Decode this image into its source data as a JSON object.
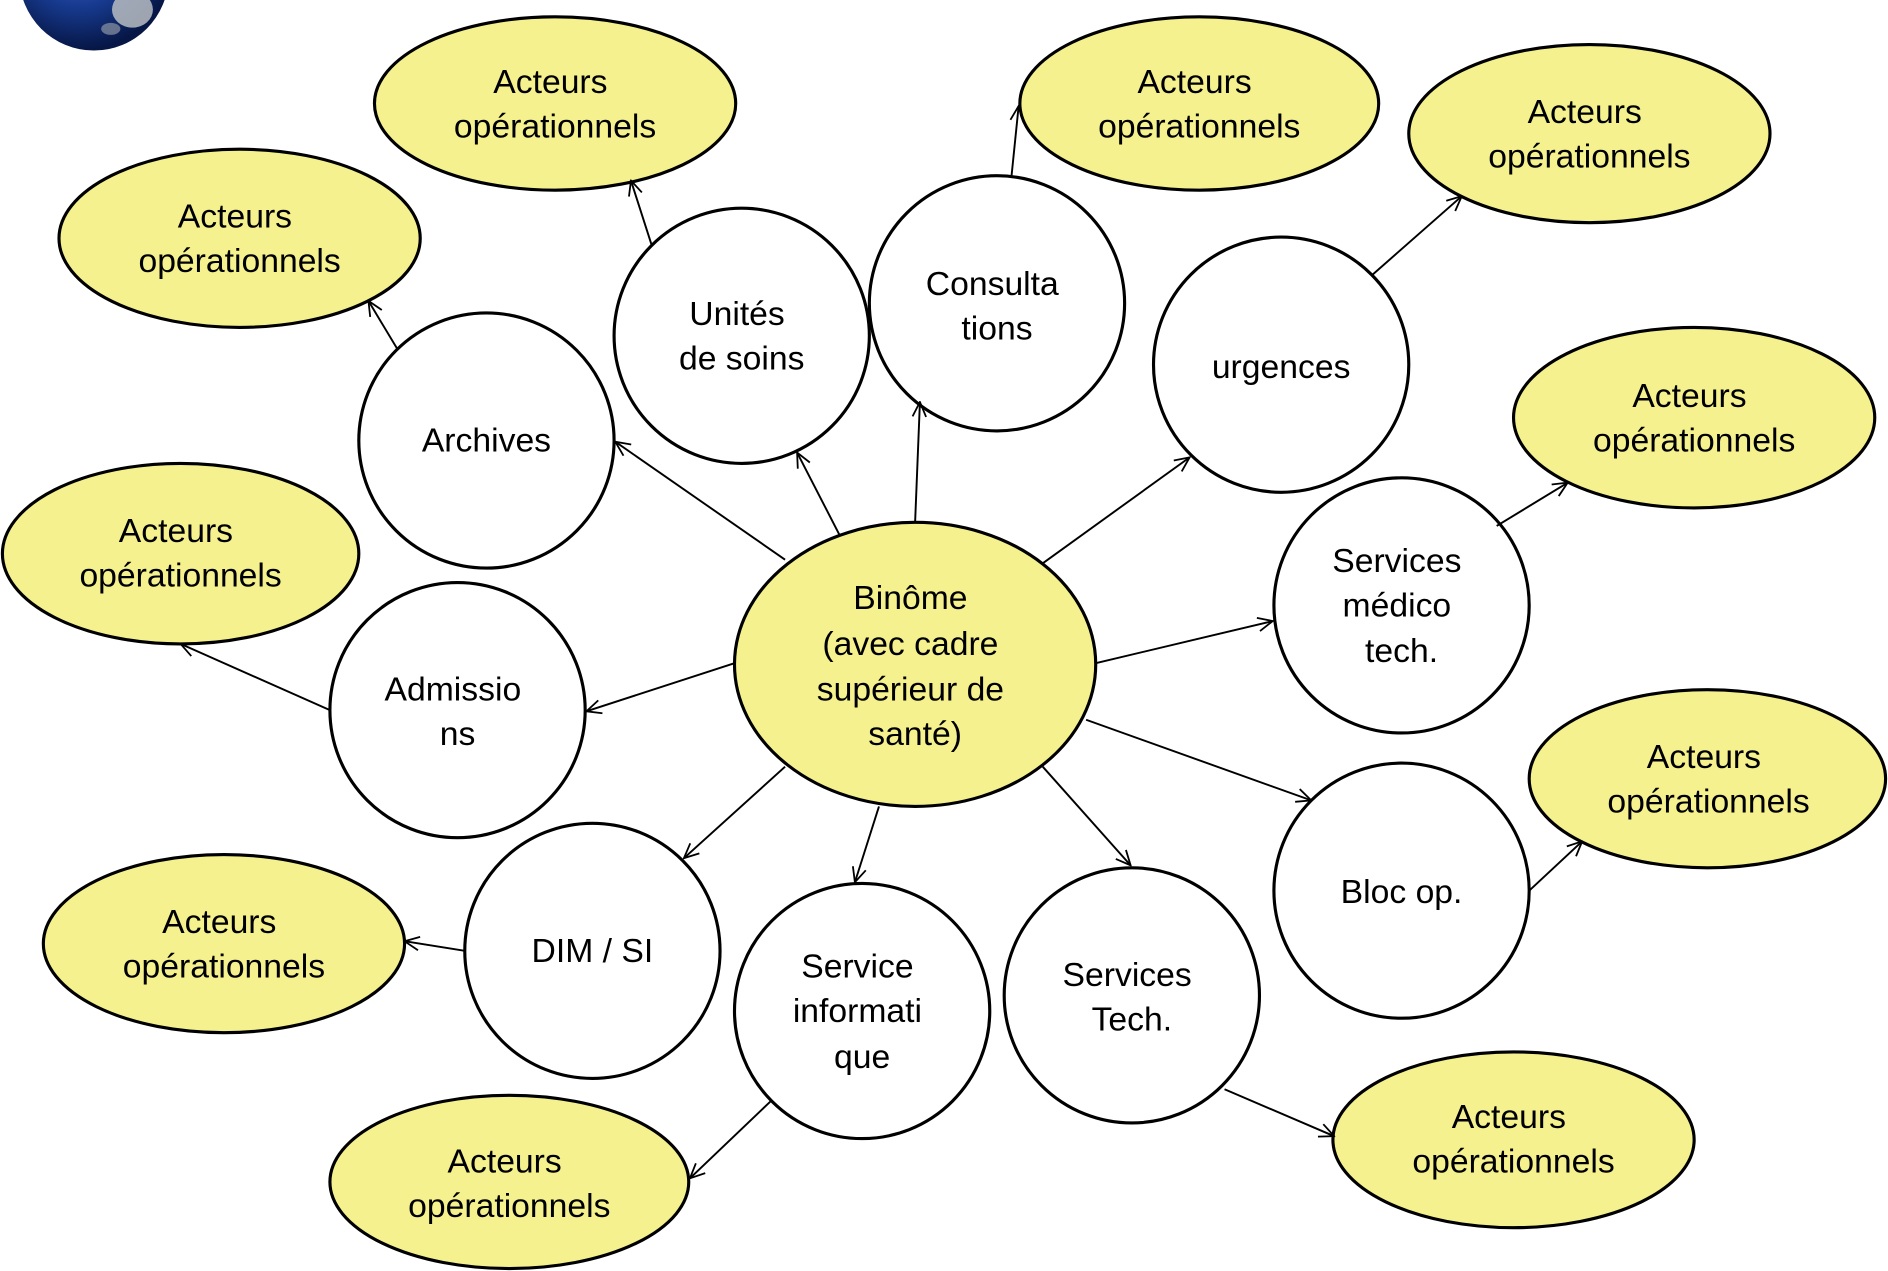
{
  "diagram": {
    "center": {
      "lines": [
        "Binôme",
        "(avec cadre",
        "supérieur de",
        "santé)"
      ]
    },
    "branches": {
      "archives": {
        "service": [
          "Archives"
        ],
        "actors": [
          "Acteurs",
          "opérationnels"
        ]
      },
      "unites_de_soins": {
        "service": [
          "Unités",
          "de soins"
        ],
        "actors": [
          "Acteurs",
          "opérationnels"
        ]
      },
      "consultations": {
        "service": [
          "Consulta",
          "tions"
        ],
        "actors": [
          "Acteurs",
          "opérationnels"
        ]
      },
      "urgences": {
        "service": [
          "urgences"
        ],
        "actors": [
          "Acteurs",
          "opérationnels"
        ]
      },
      "services_medico_tech": {
        "service": [
          "Services",
          "médico",
          "tech."
        ],
        "actors": [
          "Acteurs",
          "opérationnels"
        ]
      },
      "bloc_op": {
        "service": [
          "Bloc op."
        ],
        "actors": [
          "Acteurs",
          "opérationnels"
        ]
      },
      "services_tech": {
        "service": [
          "Services",
          "Tech."
        ],
        "actors": [
          "Acteurs",
          "opérationnels"
        ]
      },
      "service_informatique": {
        "service": [
          "Service",
          "informati",
          "que"
        ],
        "actors": [
          "Acteurs",
          "opérationnels"
        ]
      },
      "dim_si": {
        "service": [
          "DIM / SI"
        ],
        "actors": [
          "Acteurs",
          "opérationnels"
        ]
      },
      "admissions": {
        "service": [
          "Admissio",
          "ns"
        ],
        "actors": [
          "Acteurs",
          "opérationnels"
        ]
      }
    }
  },
  "colors": {
    "center_fill": "#F4F18E",
    "actor_fill": "#F4F18E",
    "service_fill": "#FFFFFF",
    "stroke": "#000000"
  }
}
